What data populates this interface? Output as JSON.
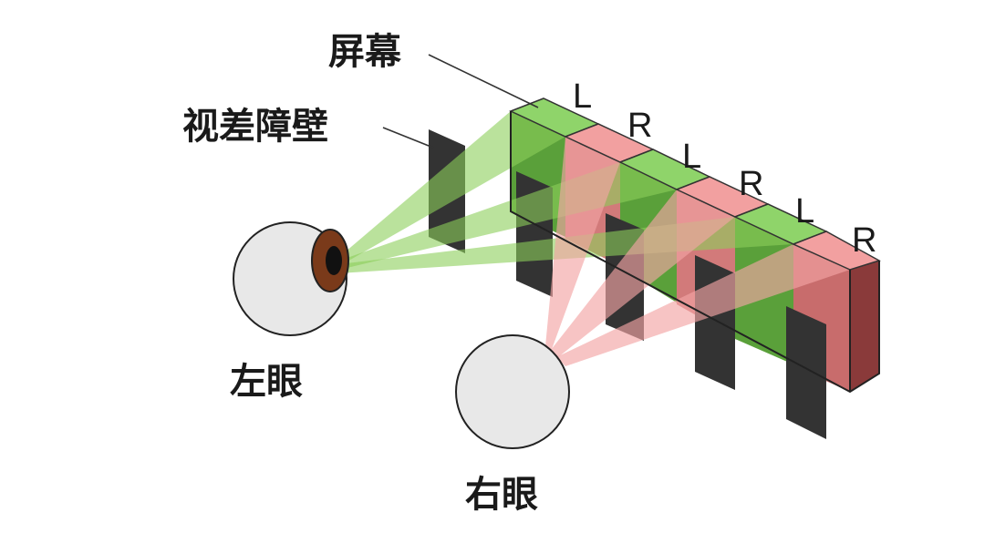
{
  "labels": {
    "screen": "屏幕",
    "parallax_barrier": "视差障壁",
    "left_eye": "左眼",
    "right_eye": "右眼"
  },
  "pixels": [
    "L",
    "R",
    "L",
    "R",
    "L",
    "R"
  ],
  "colors": {
    "left_pixel": "#8fd46a",
    "right_pixel": "#f2a0a0",
    "barrier": "#333333",
    "left_beam": "#8ccf5a",
    "right_beam": "#f3a5a5",
    "iris": "#7a3a1a"
  }
}
